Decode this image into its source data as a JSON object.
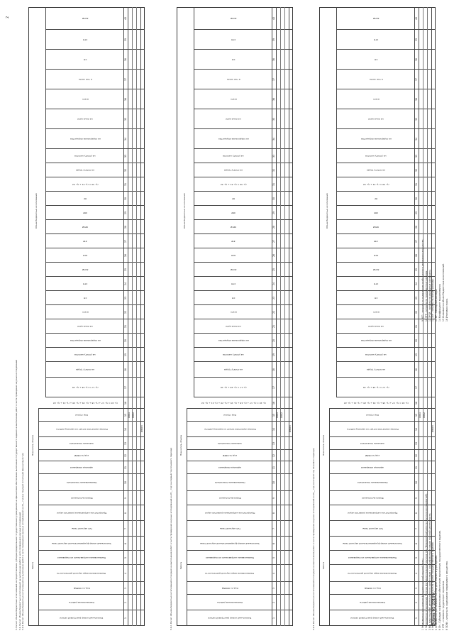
{
  "form_code": "Форма 01 2019 г.",
  "page_number": "2",
  "main_heading": "3. Расчет объема бюджетных ассигнований на предоставление субсидии федеральным государственным учреждениям на финансовое обеспечение выполнения государственного задания на выполнение работ в части проведения научных исследований",
  "sections": [
    {
      "id": "s1",
      "title_lines": [
        "3.1. Расчет объема бюджетных ассигнований на выполнение работ в части проведения научных исследований",
        "3.1.1. Расчет объема бюджетных ассигнований на выполнение работ в части проведения научных исследований на 20__ год (на текущий (отчетный) финансовый год)"
      ]
    },
    {
      "id": "s2",
      "title_lines": [
        "3.1.2. Расчет объема бюджетных ассигнований в текущем на выполнение работ в части проведения научных исследований на 20__ год (на первый год планового периода)"
      ]
    },
    {
      "id": "s3",
      "title_lines": [
        "3.1.3. Расчет объема бюджетных ассигнований в текущем на выполнение работ в части проведения научных исследований на 20__ год (на второй год планового периода)"
      ]
    }
  ],
  "columns_left": {
    "group_work": "Работа",
    "group_indicator": "Показатель объема",
    "c1": "Уникальный номер реестровой записи",
    "c2": "Наименование работы",
    "c3": "Код по ОКВЭД",
    "c4": "Наименование вида научной деятельности",
    "c5": "Наименование направления исследования",
    "c6": "Уникальный номер фундаментальной научной темы",
    "c7": "Тип научной темы",
    "c8": "Приоритетное направление развития науки",
    "c9": "Форма выполнения",
    "c10": "Наименование показателя",
    "c11": "единица измерения",
    "c12": "код по ОКЕИ",
    "c13": "значение показателя",
    "c14": "Размер норматива затрат на единицу работы",
    "c15": "Код строки"
  },
  "columns_right": {
    "group_budget": "Объем бюджетных ассигнований",
    "all": "всего",
    "of_which": "в том числе",
    "formula_a": "гр. 16 = гр. 17 + гр. 18 + гр. 19 + гр. 20 + гр. 21 + гр. 22",
    "formula_b": "гр. 17 = гр. 18 + гр. 19",
    "formula_c": "гр. 30 = гр. 31 + гр. 32",
    "col_salary": "на оплату труда",
    "col_tax": "на уплату налогов",
    "col_property": "на содержание имущества",
    "col_other": "на иные цели",
    "sn": "СН",
    "ctp": "СТП",
    "zsni": "ЗСНИ",
    "zsp": "ЗСП",
    "ztr": "ЗТР",
    "zrsi": "ЗРСИ",
    "zpr": "ЗПР",
    "nr": "НР"
  },
  "col_numbers": [
    "1",
    "2",
    "3",
    "4",
    "5",
    "6",
    "7",
    "8",
    "9",
    "10",
    "11",
    "12",
    "13",
    "14",
    "15",
    "16",
    "17",
    "18",
    "19",
    "20",
    "21",
    "22",
    "23",
    "24",
    "25",
    "26",
    "27",
    "28",
    "29",
    "30",
    "31",
    "32",
    "33",
    "34",
    "35",
    "36",
    "37",
    "38",
    "39",
    "40"
  ],
  "row_codes": [
    "0001",
    "0002"
  ],
  "total_label": "Итого",
  "footnotes": [
    "1 Указывается при наличии фундаментальной научной темы.",
    "2 Заполняется на основании Реестра фундаментальных научных тем (Федеральный реестр научных исследований).",
    "3 Код вида научной деятельности в соответствии с классификатором видов научной деятельности.",
    "4 Указывается по значению показателя объема государственного задания.",
    "5 Указывается при наличии платной деятельности учреждения.",
    "6 СН - Субсидии на финансовое обеспечение выполнения государственного задания.",
    "7 СТП - стоимость трудозатрат персонала.",
    "8 ЗСНИ - затраты на содержание недвижимого имущества.",
    "9 ЗСП - затраты на содержание особо ценного движимого имущества.",
    "10 ЗТР - затраты на транспортные расходы.",
    "11 ЗРСИ - затраты на расходные материалы.",
    "12 ЗПР - затраты на прочие расходы.",
    "13 НР - накладные расходы.",
    "14 Коэффициент выравнивания.",
    "15 Указывается объем бюджетных ассигнований.",
    "16 Итоговая строка."
  ]
}
